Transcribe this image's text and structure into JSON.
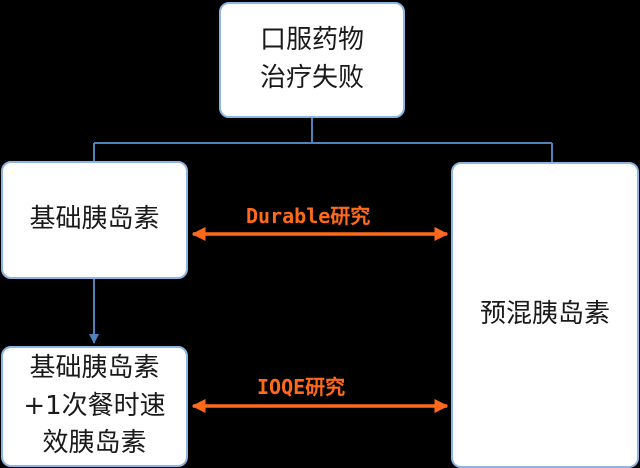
{
  "boxes": {
    "top": {
      "lines": [
        "口服药物",
        "治疗失败"
      ]
    },
    "basal": {
      "lines": [
        "基础胰岛素"
      ]
    },
    "basal_bolus": {
      "lines": [
        "基础胰岛素",
        "+1次餐时速",
        "效胰岛素"
      ]
    },
    "premix": {
      "lines": [
        "预混胰岛素"
      ]
    }
  },
  "studies": {
    "durable": "Durable研究",
    "ioqe": "IOQE研究"
  },
  "colors": {
    "background": "#000000",
    "box_fill": "#ffffff",
    "box_border": "#8eb4e3",
    "connector": "#4f81bd",
    "study_arrow": "#ff6a1a"
  }
}
